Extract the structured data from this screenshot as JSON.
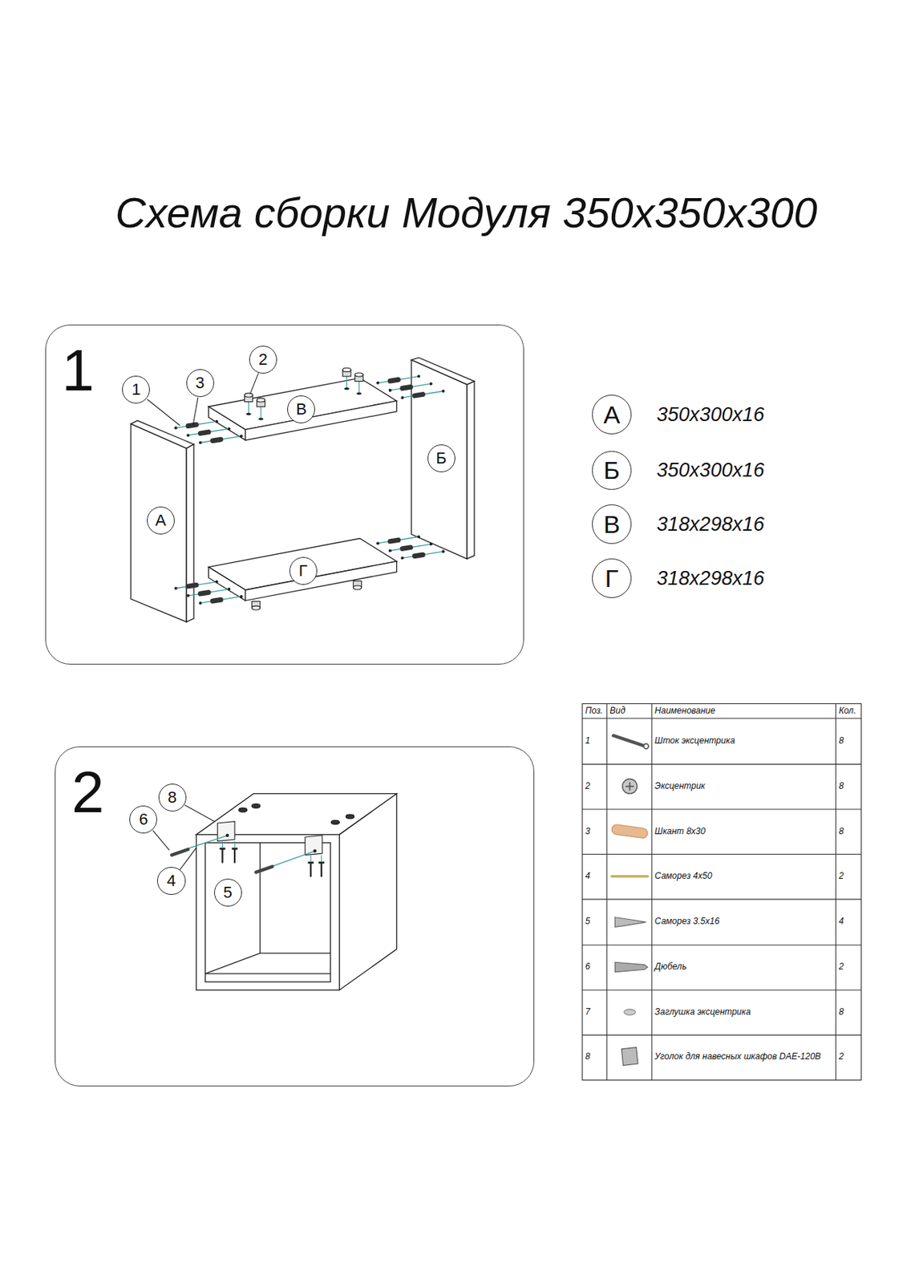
{
  "diagram": {
    "title": "Схема сборки Модуля 350x350x300",
    "nodes": [
      {
        "text": [
          "1"
        ]
      },
      {
        "text": [
          "2"
        ],
        "in": 0
      },
      {
        "text": [
          "1"
        ],
        "in": 0
      },
      {
        "text": [
          "3"
        ],
        "in": 0
      },
      {
        "text": [
          "В"
        ],
        "in": 0
      },
      {
        "text": [
          "Б"
        ],
        "in": 0
      },
      {
        "text": [
          "А"
        ],
        "in": 0
      },
      {
        "text": [
          "Г"
        ],
        "in": 0
      },
      {
        "text": [
          "А"
        ]
      },
      {
        "text": [
          "Б"
        ]
      },
      {
        "text": [
          "В"
        ]
      },
      {
        "text": [
          "Г"
        ]
      },
      {
        "text": [
          "2"
        ]
      },
      {
        "text": [
          "8"
        ],
        "in": 12
      },
      {
        "text": [
          "6"
        ],
        "in": 12
      },
      {
        "text": [
          "4"
        ],
        "in": 12
      },
      {
        "text": [
          "5"
        ],
        "in": 12
      }
    ],
    "labels": [
      "350x300x16",
      "350x300x16",
      "318x298x16",
      "318x298x16",
      "Поз.",
      "Вид",
      "Наименование",
      "Кол.",
      "1",
      "Шток эксцентрика",
      "8",
      "2",
      "Эксцентрик",
      "8",
      "3",
      "Шкант 8x30",
      "8",
      "4",
      "Саморез 4x50",
      "2",
      "5",
      "Саморез 3.5x16",
      "4",
      "6",
      "Дюбель",
      "2",
      "7",
      "Заглушка эксцентрика",
      "8",
      "8",
      "Уголок для навесных шкафов DAE-120B",
      "2"
    ]
  }
}
